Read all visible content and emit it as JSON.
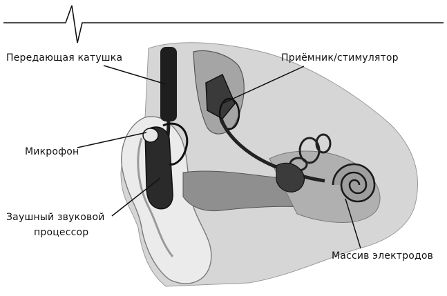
{
  "labels": {
    "transmitter_coil": "Передающая катушка",
    "receiver_stimulator": "Приёмник/стимулятор",
    "microphone": "Микрофон",
    "sound_processor_line1": "Заушный звуковой",
    "sound_processor_line2": "процессор",
    "electrode_array": "Массив электродов"
  },
  "colors": {
    "ink": "#111111",
    "dark_tissue": "#2a2a2a",
    "mid_gray": "#8c8c8c",
    "light_gray": "#c9c9c9",
    "background": "#ffffff"
  },
  "icons": {
    "header_line": "heartbeat-pulse-line"
  }
}
